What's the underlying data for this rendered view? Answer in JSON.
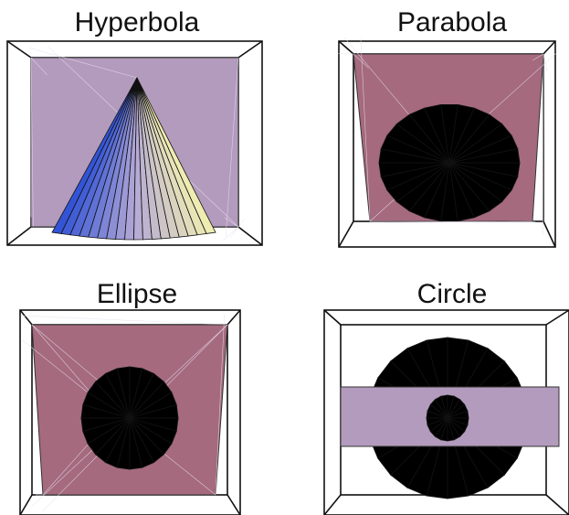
{
  "figure": {
    "panels": [
      {
        "key": "hyperbola",
        "title": "Hyperbola"
      },
      {
        "key": "parabola",
        "title": "Parabola"
      },
      {
        "key": "ellipse",
        "title": "Ellipse"
      },
      {
        "key": "circle",
        "title": "Circle"
      }
    ]
  },
  "colors": {
    "plane_purple": "#b39bbd",
    "plane_maroon": "#a56a7e",
    "frame": "#111111",
    "cone_left": "#2b4fd6",
    "cone_mid": "#b3a8d6",
    "cone_right": "#f3f0b0",
    "wheel_top": "#9fd4f3",
    "wheel_bottom": "#b1263a"
  }
}
